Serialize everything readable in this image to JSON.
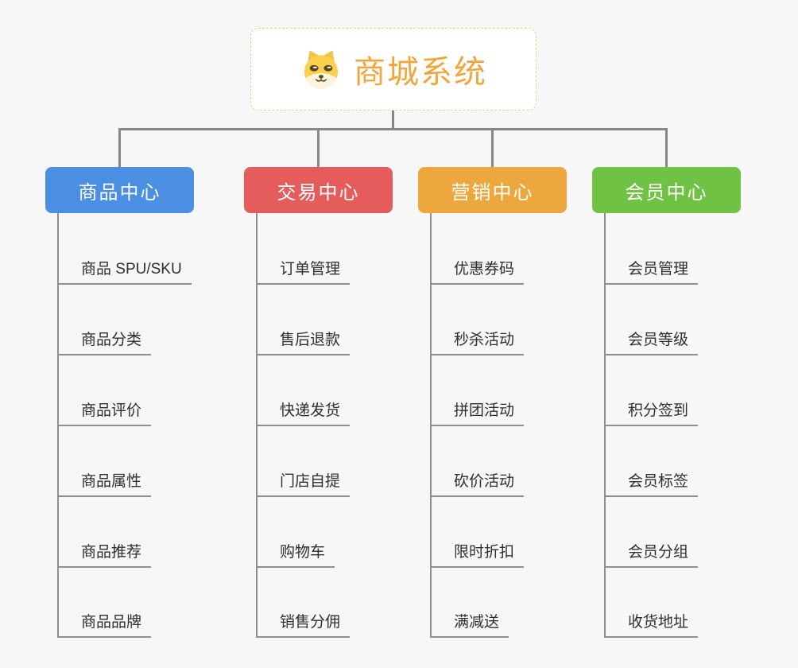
{
  "background": "#f7f7f7",
  "connector_color": "#878787",
  "item_line_color": "#8f8f8f",
  "item_text_color": "#2f2f2f",
  "root": {
    "title": "商城系统",
    "icon": "doge-icon",
    "text_color": "#f0a63c",
    "border_color": "#f4cd88",
    "fill": "#ffffff"
  },
  "branches": [
    {
      "id": "product-center",
      "label": "商品中心",
      "color": "#4a8fe2",
      "items": [
        "商品 SPU/SKU",
        "商品分类",
        "商品评价",
        "商品属性",
        "商品推荐",
        "商品品牌"
      ]
    },
    {
      "id": "trade-center",
      "label": "交易中心",
      "color": "#e55c5c",
      "items": [
        "订单管理",
        "售后退款",
        "快递发货",
        "门店自提",
        "购物车",
        "销售分佣"
      ]
    },
    {
      "id": "marketing-center",
      "label": "营销中心",
      "color": "#eca73e",
      "items": [
        "优惠券码",
        "秒杀活动",
        "拼团活动",
        "砍价活动",
        "限时折扣",
        "满减送"
      ]
    },
    {
      "id": "member-center",
      "label": "会员中心",
      "color": "#6fc243",
      "items": [
        "会员管理",
        "会员等级",
        "积分签到",
        "会员标签",
        "会员分组",
        "收货地址"
      ]
    }
  ]
}
